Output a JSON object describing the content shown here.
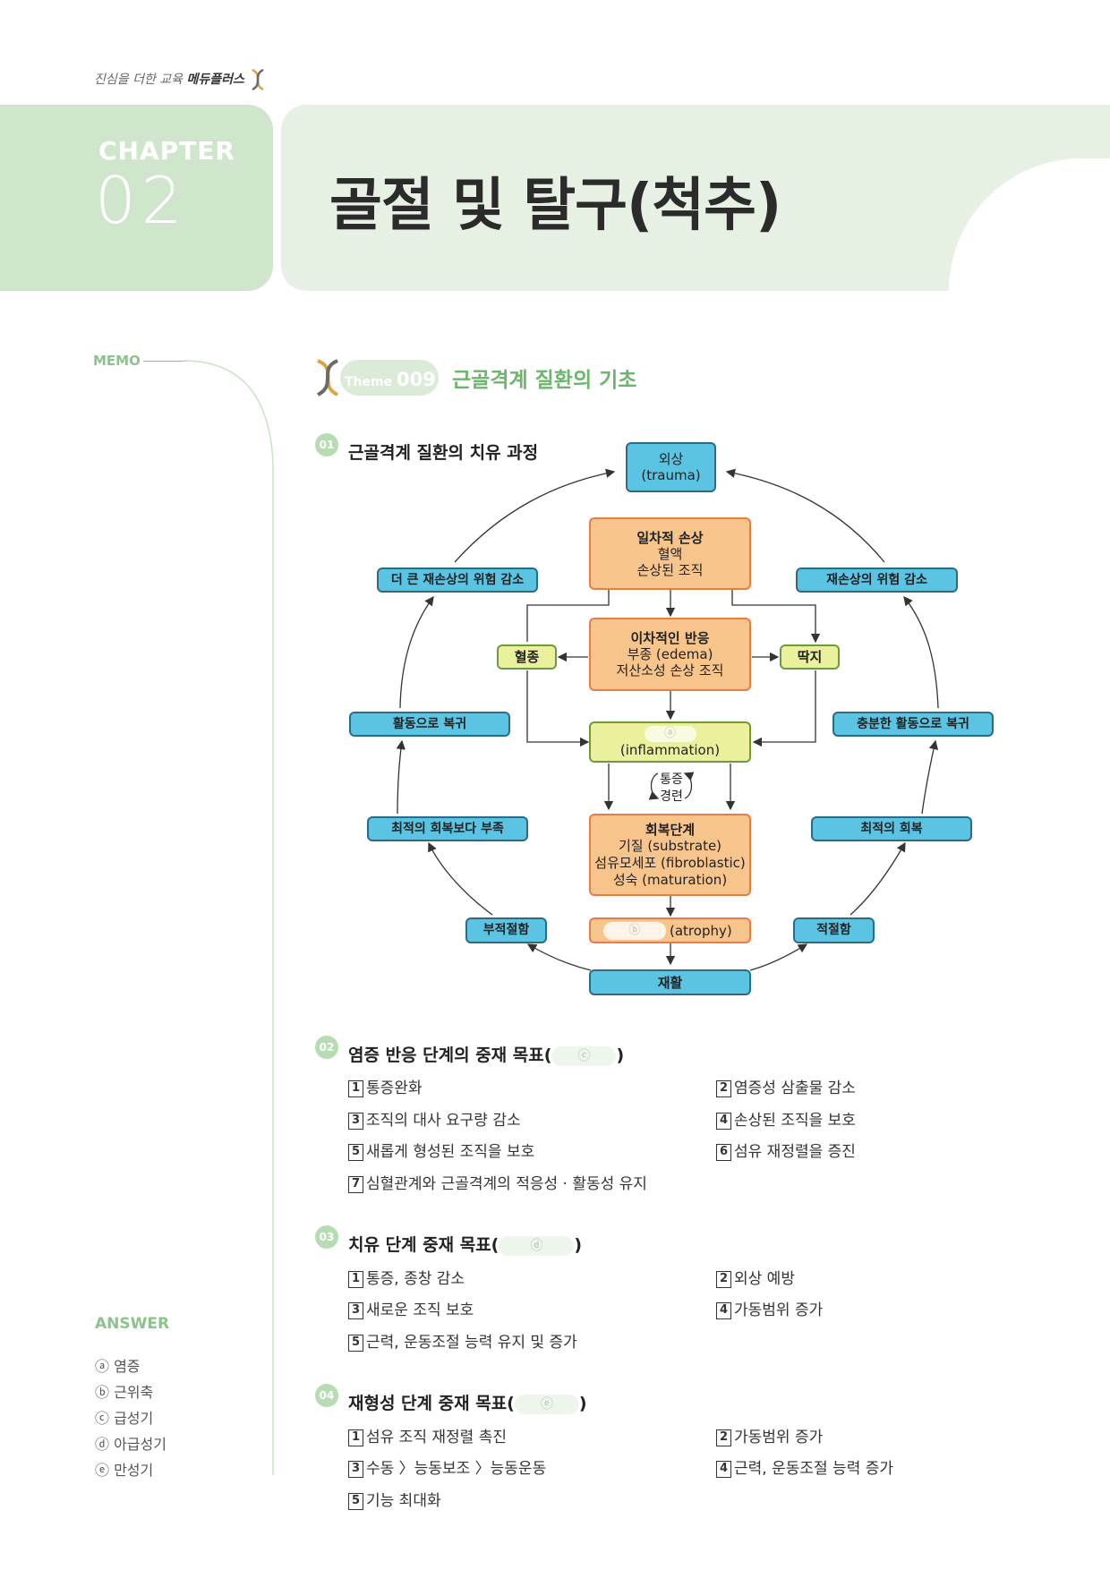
{
  "header": {
    "brand_text": "진심을 더한 교육",
    "brand_name": "메듀플러스",
    "chapter_label": "CHAPTER",
    "chapter_number": "02",
    "page_title": "골절 및 탈구(척추)"
  },
  "sidebar": {
    "memo_label": "MEMO",
    "answer_label": "ANSWER",
    "answers": [
      "ⓐ 염증",
      "ⓑ 근위축",
      "ⓒ 급성기",
      "ⓓ 아급성기",
      "ⓔ 만성기"
    ]
  },
  "theme": {
    "label": "Theme",
    "number": "009",
    "title": "근골격계 질환의 기초"
  },
  "section1": {
    "badge": "01",
    "title": "근골격계 질환의 치유 과정",
    "diagram": {
      "trauma_kr": "외상",
      "trauma_en": "(trauma)",
      "primary_title": "일차적 손상",
      "primary_l1": "혈액",
      "primary_l2": "손상된 조직",
      "secondary_title": "이차적인 반응",
      "secondary_l1": "부종 (edema)",
      "secondary_l2": "저산소성 손상 조직",
      "hematoma": "혈종",
      "scab": "딱지",
      "inflammation_blank": "ⓐ",
      "inflammation": "(inflammation)",
      "pain": "통증",
      "spasm": "경련",
      "recovery_title": "회복단계",
      "recovery_l1": "기질 (substrate)",
      "recovery_l2": "섬유모세포 (fibroblastic)",
      "recovery_l3": "성숙 (maturation)",
      "atrophy_blank": "ⓑ",
      "atrophy": "(atrophy)",
      "rehab": "재활",
      "left_top": "더 큰 재손상의 위험 감소",
      "left_mid": "활동으로 복귀",
      "left_low": "최적의 회복보다 부족",
      "left_bottom": "부적절함",
      "right_top": "재손상의 위험 감소",
      "right_mid": "충분한 활동으로 복귀",
      "right_low": "최적의 회복",
      "right_bottom": "적절함"
    }
  },
  "section2": {
    "badge": "02",
    "title": "염증 반응 단계의 중재 목표(",
    "blank": "ⓒ",
    "close": ")",
    "items": [
      {
        "n": "1",
        "text": "통증완화"
      },
      {
        "n": "2",
        "text": "염증성 삼출물 감소"
      },
      {
        "n": "3",
        "text": "조직의 대사 요구량 감소"
      },
      {
        "n": "4",
        "text": "손상된 조직을 보호"
      },
      {
        "n": "5",
        "text": "새롭게 형성된 조직을 보호"
      },
      {
        "n": "6",
        "text": "섬유 재정렬을 증진"
      },
      {
        "n": "7",
        "text": "심혈관계와 근골격계의 적응성 · 활동성 유지"
      }
    ]
  },
  "section3": {
    "badge": "03",
    "title": "치유 단계 중재 목표(",
    "blank": "ⓓ",
    "close": ")",
    "items": [
      {
        "n": "1",
        "text": "통증, 종창 감소"
      },
      {
        "n": "2",
        "text": "외상 예방"
      },
      {
        "n": "3",
        "text": "새로운 조직 보호"
      },
      {
        "n": "4",
        "text": "가동범위 증가"
      },
      {
        "n": "5",
        "text": "근력, 운동조절 능력 유지 및 증가"
      }
    ]
  },
  "section4": {
    "badge": "04",
    "title": "재형성 단계 중재 목표(",
    "blank": "ⓔ",
    "close": ")",
    "items": [
      {
        "n": "1",
        "text": "섬유 조직 재정렬 촉진"
      },
      {
        "n": "2",
        "text": "가동범위 증가"
      },
      {
        "n": "3",
        "text": "수동 〉능동보조 〉능동운동"
      },
      {
        "n": "4",
        "text": "근력, 운동조절 능력 증가"
      },
      {
        "n": "5",
        "text": "기능 최대화"
      }
    ]
  }
}
